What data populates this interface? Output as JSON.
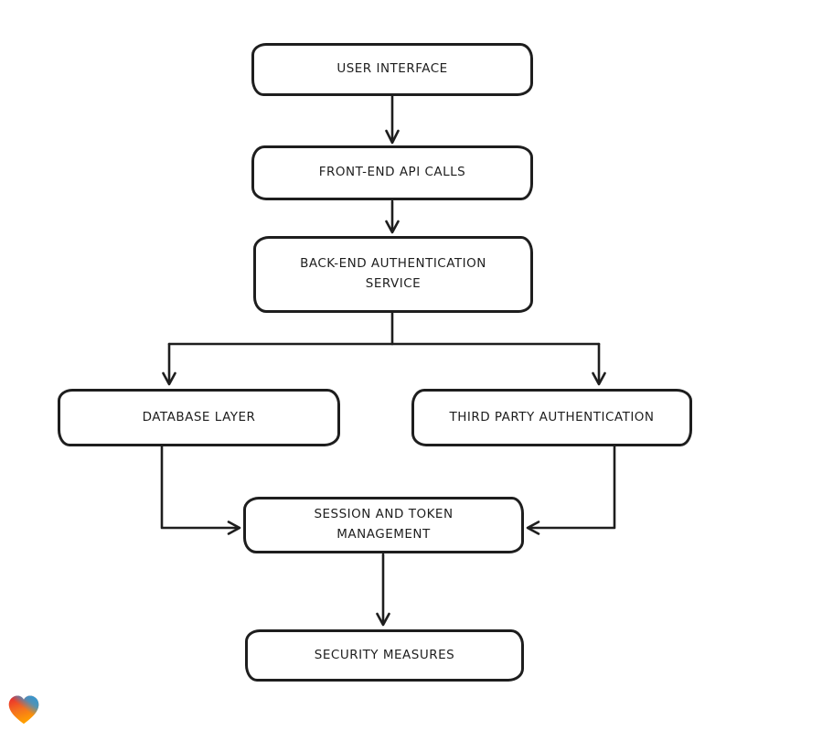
{
  "page": {
    "background_color": "#ffffff",
    "stroke_color": "#1e1e1e"
  },
  "diagram": {
    "type": "flowchart",
    "nodes": [
      {
        "id": "user-interface",
        "label": "USER INTERFACE"
      },
      {
        "id": "front-end-api-calls",
        "label": "FRONT-END API CALLS"
      },
      {
        "id": "back-end-authentication-service",
        "label": "BACK-END AUTHENTICATION SERVICE"
      },
      {
        "id": "database-layer",
        "label": "DATABASE LAYER"
      },
      {
        "id": "third-party-authentication",
        "label": "THIRD PARTY AUTHENTICATION"
      },
      {
        "id": "session-and-token-management",
        "label": "SESSION AND TOKEN MANAGEMENT"
      },
      {
        "id": "security-measures",
        "label": "SECURITY MEASURES"
      }
    ],
    "edges": [
      {
        "from": "user-interface",
        "to": "front-end-api-calls"
      },
      {
        "from": "front-end-api-calls",
        "to": "back-end-authentication-service"
      },
      {
        "from": "back-end-authentication-service",
        "to": "database-layer"
      },
      {
        "from": "back-end-authentication-service",
        "to": "third-party-authentication"
      },
      {
        "from": "database-layer",
        "to": "session-and-token-management"
      },
      {
        "from": "third-party-authentication",
        "to": "session-and-token-management"
      },
      {
        "from": "session-and-token-management",
        "to": "security-measures"
      }
    ]
  },
  "branding": {
    "logo": "lovable-heart-logo",
    "logo_colors": [
      "#e8192c",
      "#2e9bd6",
      "#ff9c1b"
    ]
  }
}
